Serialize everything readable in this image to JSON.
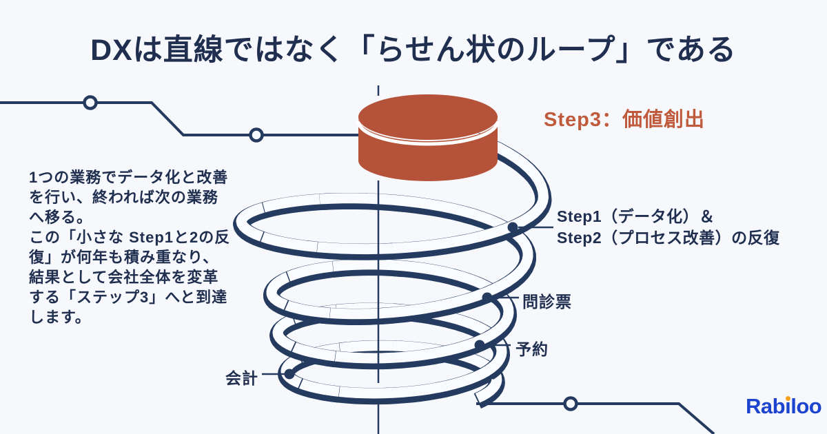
{
  "title": "DXは直線ではなく「らせん状のループ」である",
  "description": "1つの業務でデータ化と改善\nを行い、終われば次の業務\nへ移る。\nこの「小さな Step1と2の反\n復」が何年も積み重なり、\n結果として会社全体を変革\nする「ステップ3」へと到達\nします。",
  "diagram": {
    "step3_label": "Step3：価値創出",
    "step12_label_line1": "Step1（データ化）＆",
    "step12_label_line2": "Step2（プロセス改善）の反復",
    "loop_item_questionnaire": "問診票",
    "loop_item_reservation": "予約",
    "loop_item_accounting": "会計"
  },
  "logo": {
    "pre_i": "Rab",
    "i_char": "ı",
    "post_i": "loo"
  },
  "colors": {
    "background": "#f7f8fb",
    "navy": "#243a5e",
    "text_navy": "#202f50",
    "orange": "#b5533a",
    "step3_orange": "#bf5b3c",
    "logo_blue": "#1c44cf",
    "logo_dot": "#f9a01b",
    "band_white": "#fafbfe"
  }
}
